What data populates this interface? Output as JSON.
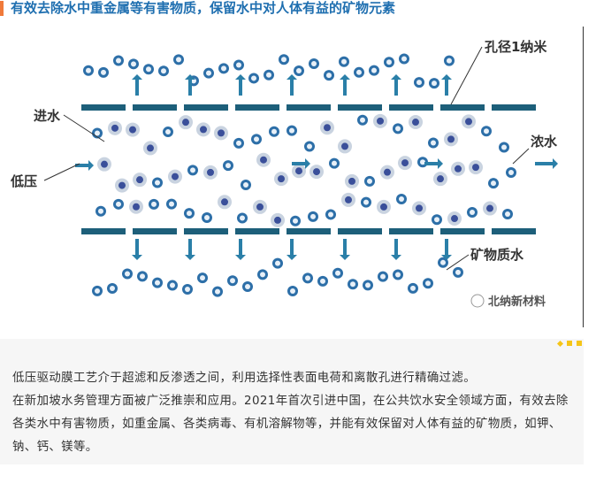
{
  "heading": "有效去除水中重金属等有害物质，保留水中对人体有益的矿物元素",
  "diagram": {
    "labels": {
      "pore": "孔径1纳米",
      "inlet": "进水",
      "low_pressure": "低压",
      "concentrate": "浓水",
      "mineral_water": "矿物质水"
    },
    "watermark": "北纳新材料",
    "colors": {
      "membrane": "#1d5f7a",
      "arrow": "#2a7fa8",
      "molecule": "#2d6fa8"
    }
  },
  "description": {
    "lines": [
      "低压驱动膜工艺介于超滤和反渗透之间，利用选择性表面电荷和离散孔进行精确过滤。",
      "在新加坡水务管理方面被广泛推崇和应用。2021年首次引进中国，在公共饮水安全领域方面，有效去除各类水中有害物质，如重金属、各类病毒、有机溶解物等，并能有效保留对人体有益的矿物质，如钾、钠、钙、镁等。"
    ]
  }
}
